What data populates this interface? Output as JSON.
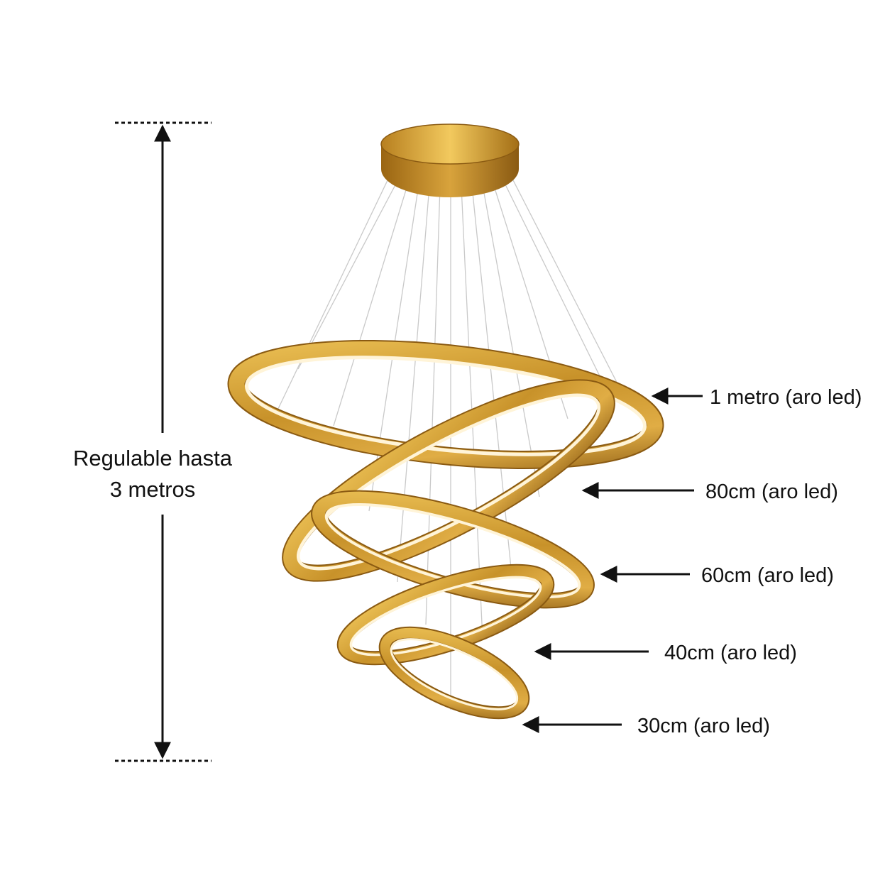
{
  "height_note": {
    "line1": "Regulable hasta",
    "line2": "3 metros"
  },
  "rings": [
    {
      "id": "ring-1m",
      "label": "1 metro (aro led)"
    },
    {
      "id": "ring-80",
      "label": "80cm (aro led)"
    },
    {
      "id": "ring-60",
      "label": "60cm (aro led)"
    },
    {
      "id": "ring-40",
      "label": "40cm (aro led)"
    },
    {
      "id": "ring-30",
      "label": "30cm (aro led)"
    }
  ],
  "colors": {
    "gold_light": "#e6b84a",
    "gold": "#c8922a",
    "gold_dark": "#8a5a12",
    "led_glow": "#fff4d8",
    "ink": "#111111",
    "wire": "#c9c9c9"
  }
}
